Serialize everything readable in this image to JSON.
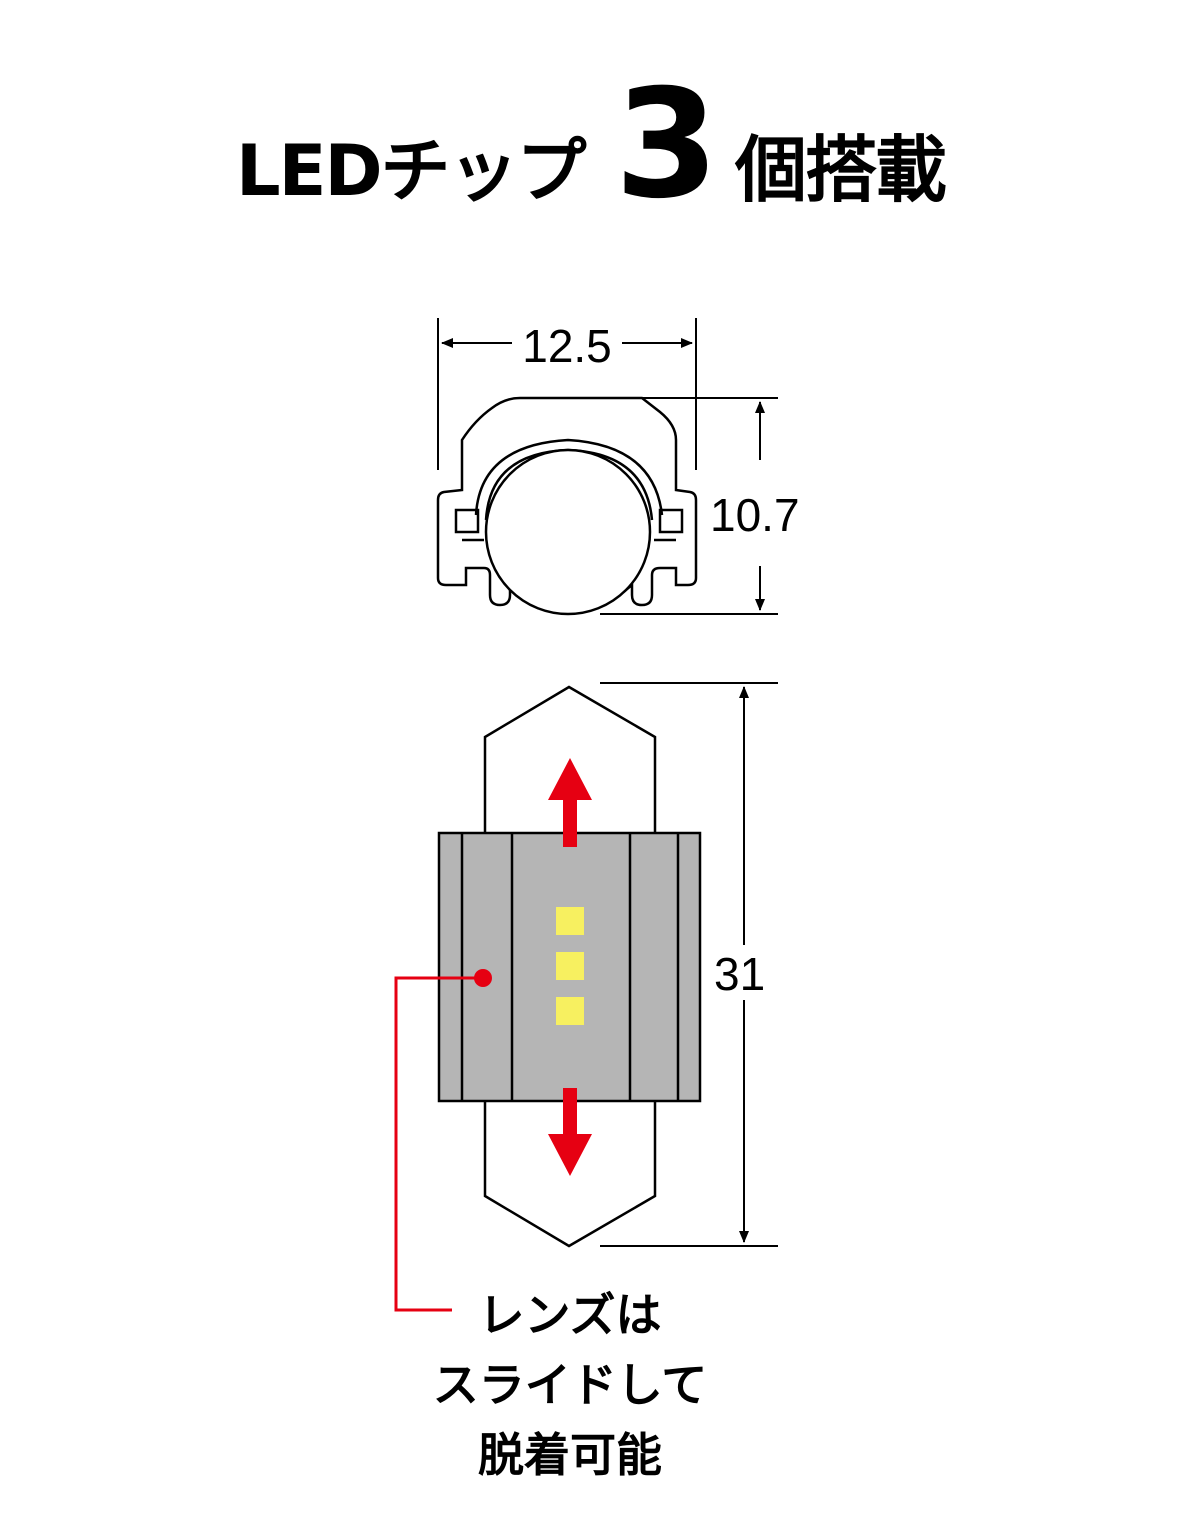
{
  "title": {
    "prefix": "LEDチップ",
    "number": "3",
    "suffix": "個搭載"
  },
  "dimensions": {
    "width": "12.5",
    "height": "10.7",
    "length": "31"
  },
  "note": {
    "line1": "レンズは",
    "line2": "スライドして",
    "line3": "脱着可能"
  },
  "colors": {
    "arrow": "#e60012",
    "body_gray": "#b5b5b5",
    "led_chip": "#f7f060"
  }
}
